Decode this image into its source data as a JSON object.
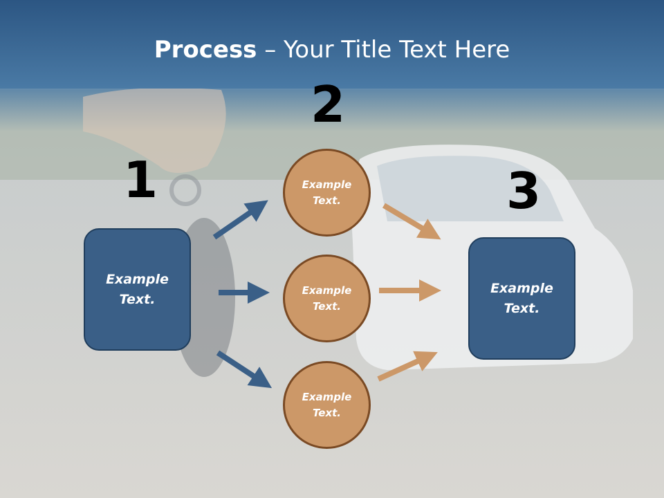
{
  "title": {
    "bold": "Process",
    "rest": " – Your Title Text Here"
  },
  "steps": {
    "one": "1",
    "two": "2",
    "three": "3"
  },
  "left_box": {
    "text": "Example\nText."
  },
  "right_box": {
    "text": "Example\nText."
  },
  "circles": [
    {
      "text": "Example\nText."
    },
    {
      "text": "Example\nText."
    },
    {
      "text": "Example\nText."
    }
  ],
  "colors": {
    "blue": "#3a5f87",
    "orange": "#cc9868",
    "title_band": "#2f5a86"
  }
}
